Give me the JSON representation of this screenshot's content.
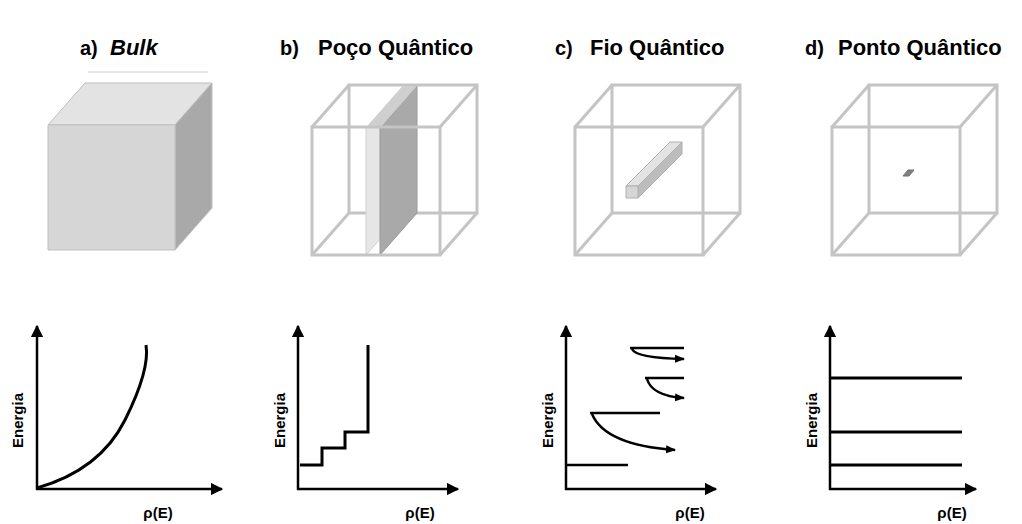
{
  "diagram": {
    "labels": [
      "a)",
      "Bulk",
      "Energia",
      "ρ(E)",
      "b)",
      "Poço Quântico",
      "Energia",
      "ρ(E)",
      "c)",
      "Fio Quântico",
      "Energia",
      "ρ(E)",
      "d)",
      "Ponto Quântico",
      "Energia",
      "ρ(E)"
    ]
  }
}
